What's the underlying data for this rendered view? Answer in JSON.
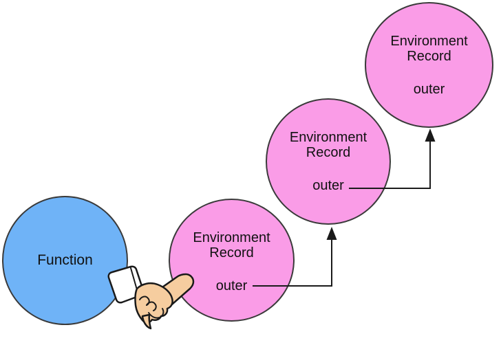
{
  "colors": {
    "background": "#FFFFFF",
    "function_fill": "#6FB3F7",
    "record_fill": "#FA9CE7",
    "node_outline": "#3A3A3A",
    "arrow": "#1A1A1A",
    "text": "#111111",
    "skin": "#F6CD9F",
    "cuff": "#FFFFFF"
  },
  "nodes": {
    "function": {
      "label": "Function"
    },
    "env_records": [
      {
        "title": "Environment Record",
        "field": "outer",
        "has_outer_arrow": true
      },
      {
        "title": "Environment Record",
        "field": "outer",
        "has_outer_arrow": true
      },
      {
        "title": "Environment Record",
        "field": "outer",
        "has_outer_arrow": false
      }
    ]
  },
  "icons": {
    "handshake": "handshake-clipart"
  }
}
